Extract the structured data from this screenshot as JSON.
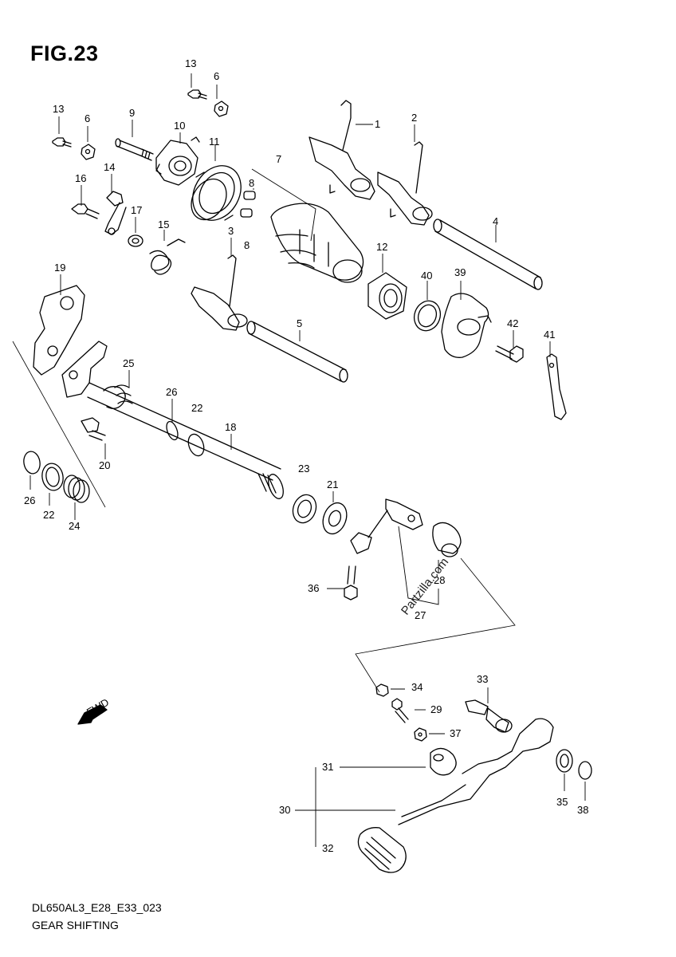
{
  "figure_title": "FIG.23",
  "footer": {
    "code": "DL650AL3_E28_E33_023",
    "caption": "GEAR SHIFTING"
  },
  "watermark": "Partzilla.com",
  "fwd_arrow_label": "FWD",
  "callouts": [
    {
      "id": "c-13a",
      "text": "13"
    },
    {
      "id": "c-6a",
      "text": "6"
    },
    {
      "id": "c-13b",
      "text": "13"
    },
    {
      "id": "c-6b",
      "text": "6"
    },
    {
      "id": "c-9",
      "text": "9"
    },
    {
      "id": "c-10",
      "text": "10"
    },
    {
      "id": "c-11",
      "text": "11"
    },
    {
      "id": "c-7",
      "text": "7"
    },
    {
      "id": "c-1",
      "text": "1"
    },
    {
      "id": "c-2",
      "text": "2"
    },
    {
      "id": "c-16",
      "text": "16"
    },
    {
      "id": "c-14",
      "text": "14"
    },
    {
      "id": "c-17",
      "text": "17"
    },
    {
      "id": "c-15",
      "text": "15"
    },
    {
      "id": "c-8a",
      "text": "8"
    },
    {
      "id": "c-8b",
      "text": "8"
    },
    {
      "id": "c-3",
      "text": "3"
    },
    {
      "id": "c-4",
      "text": "4"
    },
    {
      "id": "c-12",
      "text": "12"
    },
    {
      "id": "c-40",
      "text": "40"
    },
    {
      "id": "c-39",
      "text": "39"
    },
    {
      "id": "c-42",
      "text": "42"
    },
    {
      "id": "c-41",
      "text": "41"
    },
    {
      "id": "c-19",
      "text": "19"
    },
    {
      "id": "c-5",
      "text": "5"
    },
    {
      "id": "c-25",
      "text": "25"
    },
    {
      "id": "c-26a",
      "text": "26"
    },
    {
      "id": "c-22a",
      "text": "22"
    },
    {
      "id": "c-18",
      "text": "18"
    },
    {
      "id": "c-20",
      "text": "20"
    },
    {
      "id": "c-23",
      "text": "23"
    },
    {
      "id": "c-21",
      "text": "21"
    },
    {
      "id": "c-26b",
      "text": "26"
    },
    {
      "id": "c-22b",
      "text": "22"
    },
    {
      "id": "c-24",
      "text": "24"
    },
    {
      "id": "c-28",
      "text": "28"
    },
    {
      "id": "c-36",
      "text": "36"
    },
    {
      "id": "c-27",
      "text": "27"
    },
    {
      "id": "c-34",
      "text": "34"
    },
    {
      "id": "c-33",
      "text": "33"
    },
    {
      "id": "c-29",
      "text": "29"
    },
    {
      "id": "c-37",
      "text": "37"
    },
    {
      "id": "c-31",
      "text": "31"
    },
    {
      "id": "c-30",
      "text": "30"
    },
    {
      "id": "c-35",
      "text": "35"
    },
    {
      "id": "c-38",
      "text": "38"
    },
    {
      "id": "c-32",
      "text": "32"
    }
  ]
}
